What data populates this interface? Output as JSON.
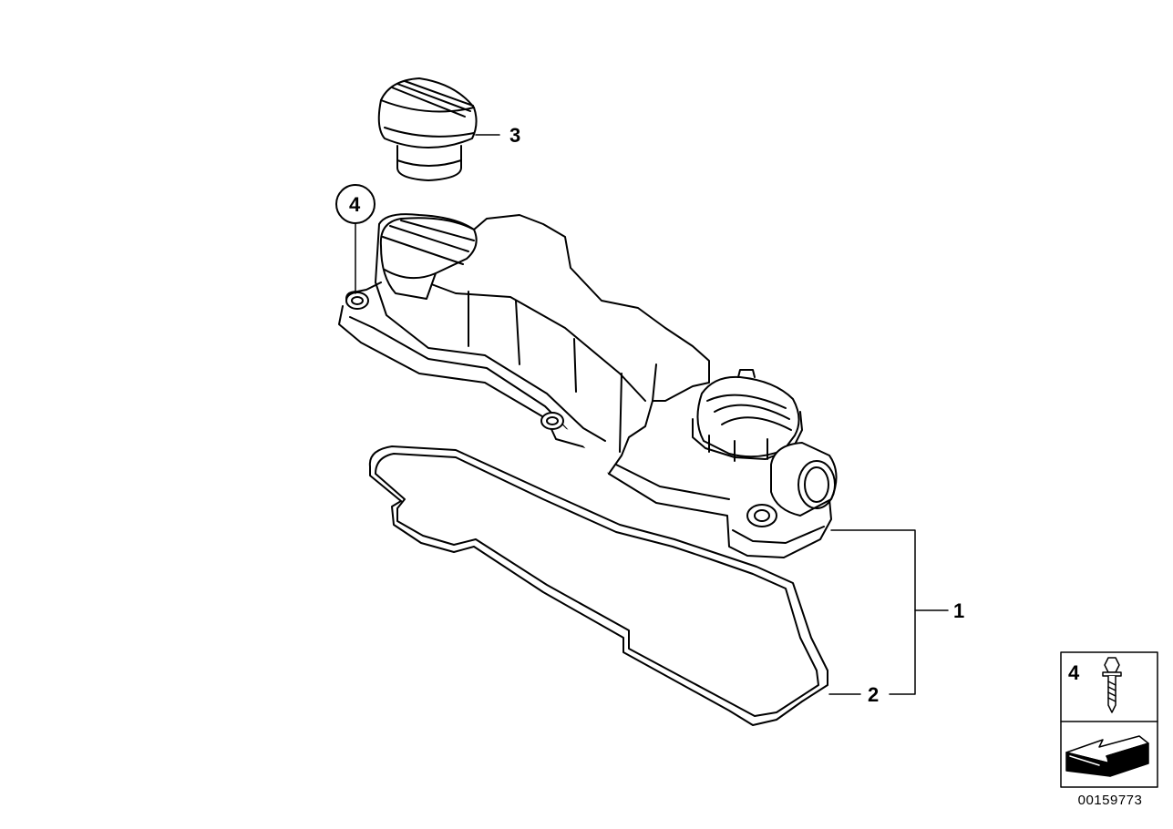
{
  "callouts": {
    "part1": "1",
    "part2": "2",
    "part3": "3",
    "part4_circle": "4",
    "part4_legend": "4"
  },
  "document_number": "00159773",
  "icons": {
    "legend_bolt": "hex-bolt-icon",
    "legend_arrow": "direction-arrow-icon"
  }
}
